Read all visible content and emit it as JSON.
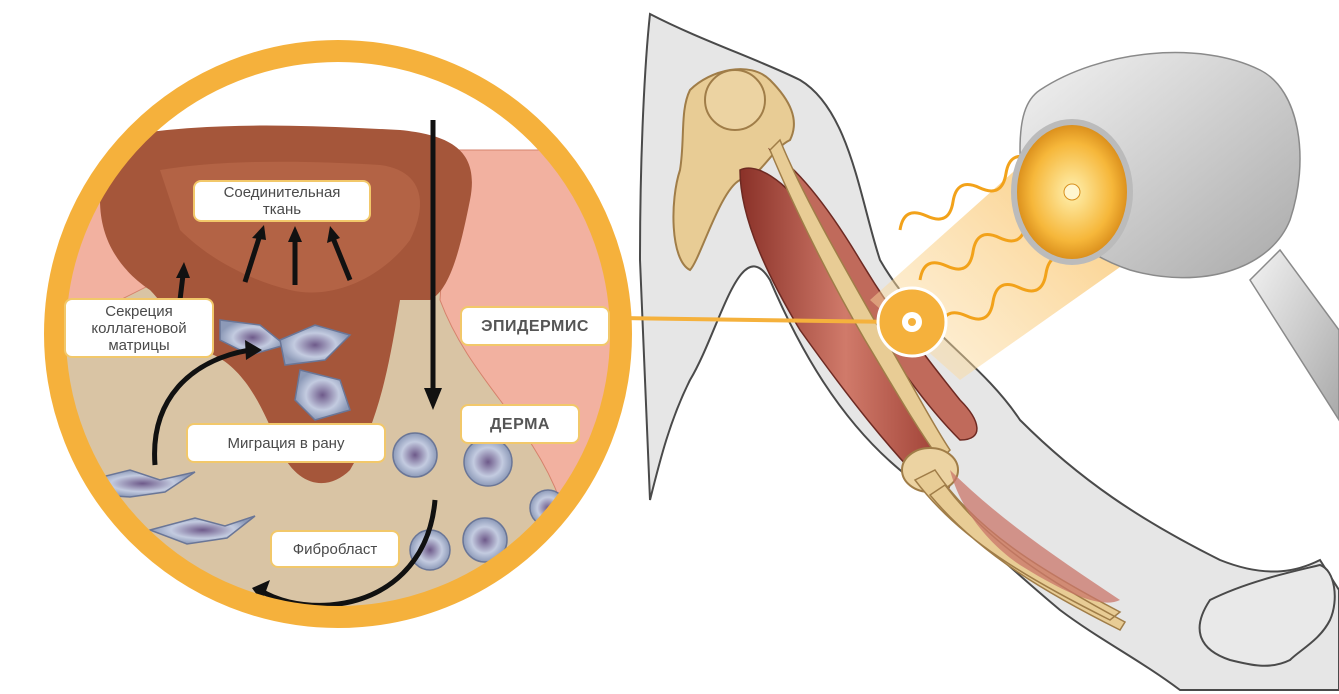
{
  "labels": {
    "connective_tissue": "Соединительная ткань",
    "collagen_secretion": "Секреция коллагеновой матрицы",
    "epidermis": "ЭПИДЕРМИС",
    "dermis": "ДЕРМА",
    "migration": "Миграция в рану",
    "fibroblast": "Фибробласт"
  },
  "colors": {
    "ring": "#f5b13c",
    "label_border": "#f2c86a",
    "dermis": "#d9c4a4",
    "epidermis": "#f2b1a0",
    "wound": "#a5563a",
    "muscle": "#b7554a",
    "bone": "#e8cc95"
  }
}
